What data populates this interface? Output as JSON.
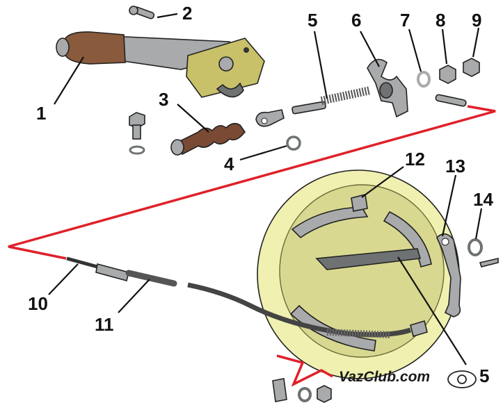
{
  "colors": {
    "cable_path": "#e0202a",
    "drum": "#f0f0b0",
    "drum_shade": "#d8d890",
    "metal": "#a8aaab",
    "metal_dark": "#6f7273",
    "handle_grip": "#8a5a3c",
    "bracket": "#c9c06a",
    "boot": "#7a4a34"
  },
  "callouts": [
    {
      "id": "1",
      "label": "1"
    },
    {
      "id": "2",
      "label": "2"
    },
    {
      "id": "3",
      "label": "3"
    },
    {
      "id": "4",
      "label": "4"
    },
    {
      "id": "5",
      "label": "5"
    },
    {
      "id": "6",
      "label": "6"
    },
    {
      "id": "7",
      "label": "7"
    },
    {
      "id": "8",
      "label": "8"
    },
    {
      "id": "9",
      "label": "9"
    },
    {
      "id": "10",
      "label": "10"
    },
    {
      "id": "11",
      "label": "11"
    },
    {
      "id": "12",
      "label": "12"
    },
    {
      "id": "13",
      "label": "13"
    },
    {
      "id": "14",
      "label": "14"
    },
    {
      "id": "15",
      "label": "5"
    }
  ],
  "watermark": "VazClub.com"
}
